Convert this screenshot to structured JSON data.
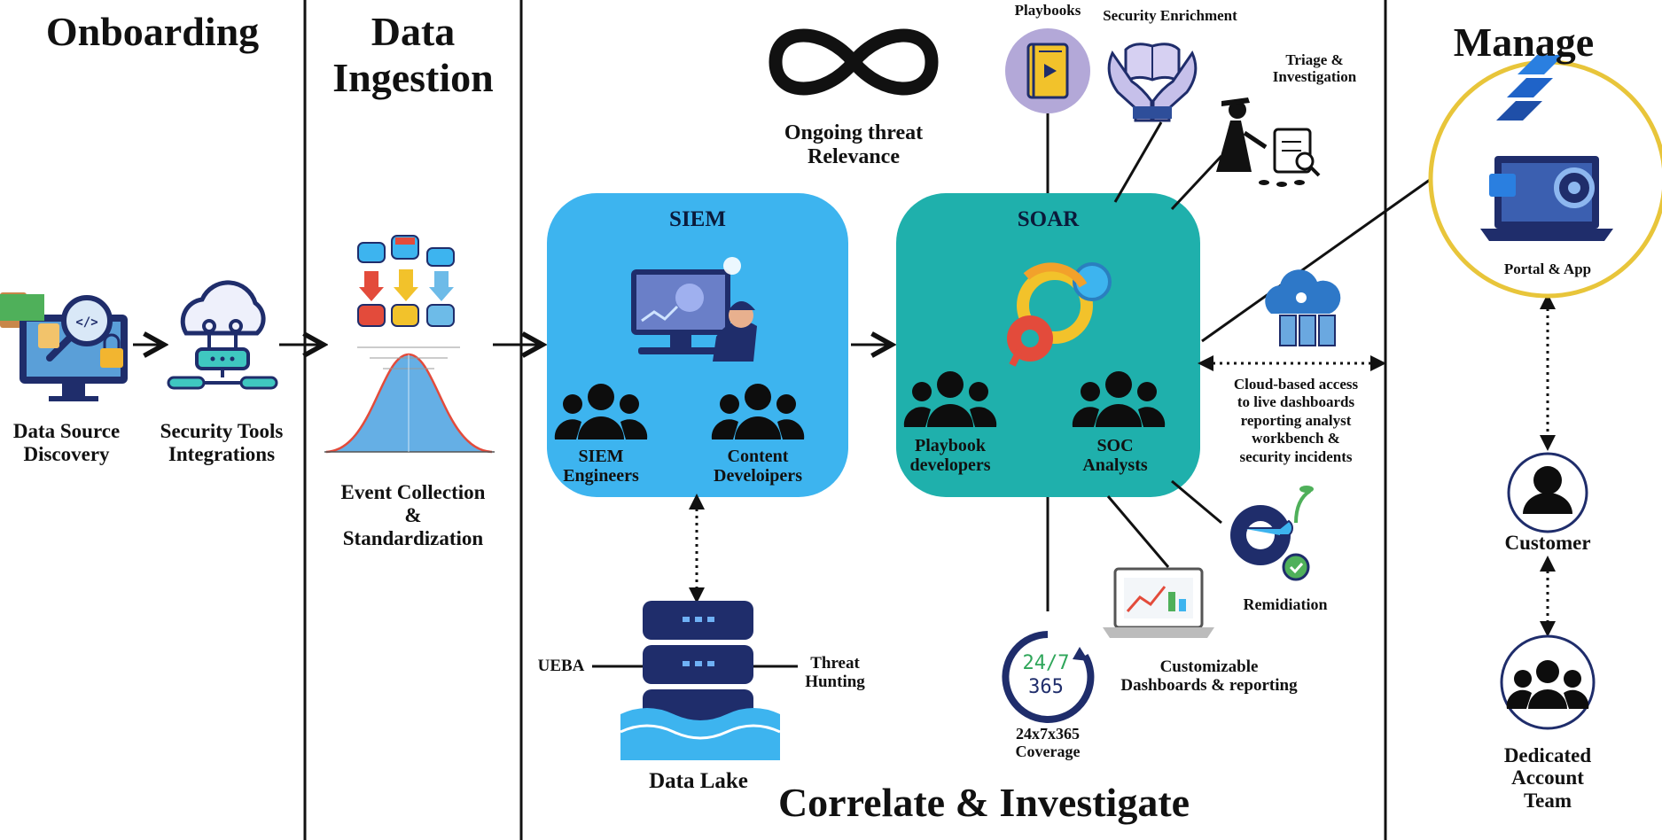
{
  "sections": {
    "onboarding": "Onboarding",
    "ingestion_line1": "Data",
    "ingestion_line2": "Ingestion",
    "correlate": "Correlate & Investigate",
    "manage": "Manage"
  },
  "onboarding": {
    "data_source_line1": "Data Source",
    "data_source_line2": "Discovery",
    "tools_line1": "Security Tools",
    "tools_line2": "Integrations"
  },
  "ingestion": {
    "event_line1": "Event Collection",
    "event_line2": "&",
    "event_line3": "Standardization"
  },
  "siem": {
    "title": "SIEM",
    "engineers_line1": "SIEM",
    "engineers_line2": "Engineers",
    "content_line1": "Content",
    "content_line2": "Develoipers"
  },
  "soar": {
    "title": "SOAR",
    "playbook_line1": "Playbook",
    "playbook_line2": "developers",
    "soc_line1": "SOC",
    "soc_line2": "Analysts"
  },
  "threat": {
    "line1": "Ongoing threat",
    "line2": "Relevance"
  },
  "soar_links": {
    "playbooks": "Playbooks",
    "enrichment": "Security Enrichment",
    "triage_line1": "Triage &",
    "triage_line2": "Investigation",
    "cloud_line1": "Cloud-based access",
    "cloud_line2": "to live dashboards",
    "cloud_line3": "reporting analyst",
    "cloud_line4": "workbench &",
    "cloud_line5": "security incidents",
    "remediation": "Remidiation",
    "dashboards_line1": "Customizable",
    "dashboards_line2": "Dashboards & reporting",
    "coverage_line1": "24x7x365",
    "coverage_line2": "Coverage",
    "clock_top": "24/7",
    "clock_bottom": "365"
  },
  "lake": {
    "ueba": "UEBA",
    "threat_line1": "Threat",
    "threat_line2": "Hunting",
    "label": "Data Lake"
  },
  "manage": {
    "portal": "Portal & App",
    "customer": "Customer",
    "team_line1": "Dedicated",
    "team_line2": "Account",
    "team_line3": "Team"
  },
  "colors": {
    "siem_box": "#3db4ef",
    "soar_box": "#1fb0ac",
    "portal_ring": "#e8c53a",
    "navy": "#1f2d6b"
  }
}
